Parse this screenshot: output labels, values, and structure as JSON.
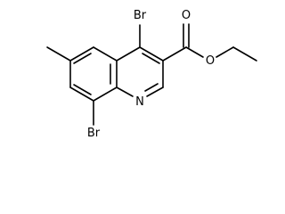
{
  "diagram": {
    "kind": "skeletal-structure",
    "atoms": {
      "br_top": "Br",
      "br_bottom": "Br",
      "nitrogen": "N",
      "ester_carbonyl_oxygen": "O",
      "ester_ether_oxygen": "O"
    }
  }
}
